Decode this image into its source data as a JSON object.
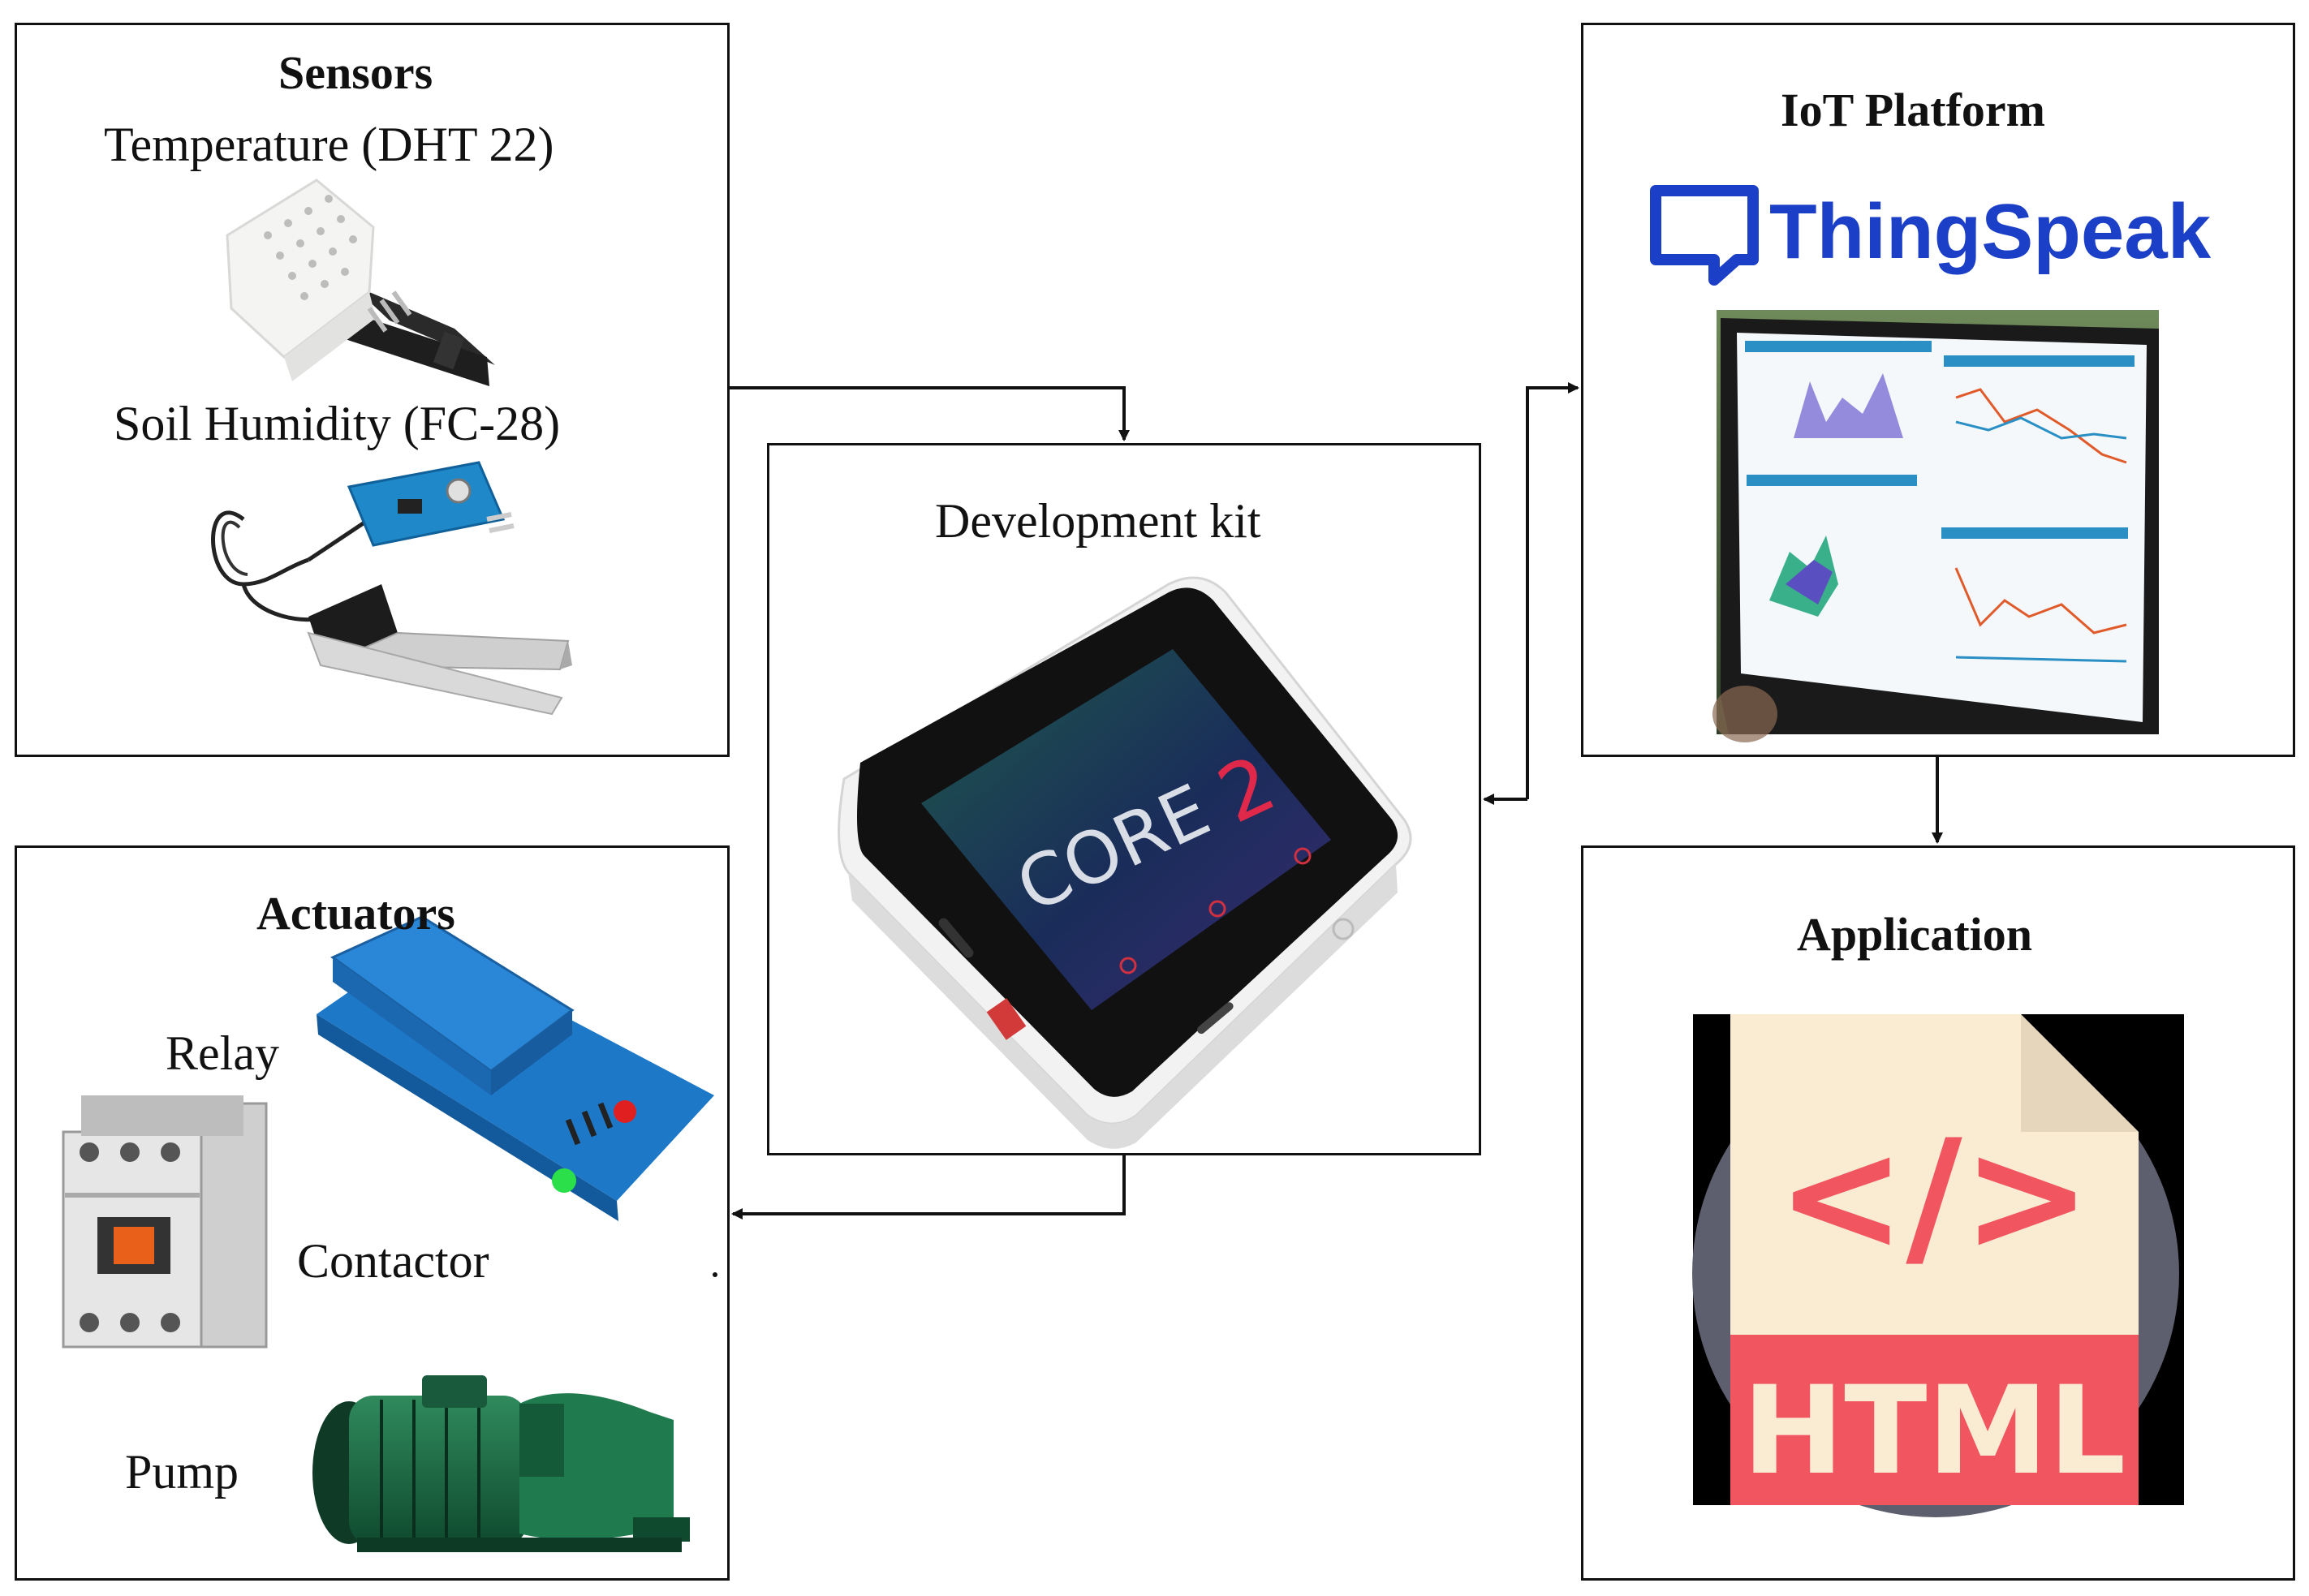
{
  "sensors": {
    "title": "Sensors",
    "items": [
      {
        "label": "Temperature (DHT 22)"
      },
      {
        "label": "Soil Humidity (FC-28)"
      }
    ]
  },
  "devkit": {
    "title": "Development kit",
    "device_screen_text": "CORE",
    "device_screen_num": "2"
  },
  "iot": {
    "title": "IoT Platform",
    "logo_text": "ThingSpeak"
  },
  "application": {
    "title": "Application",
    "icon_text": "HTML",
    "icon_code": "</>"
  },
  "actuators": {
    "title": "Actuators",
    "items": [
      {
        "label": "Relay"
      },
      {
        "label": "Contactor"
      },
      {
        "label": "Pump"
      }
    ]
  },
  "colors": {
    "thingspeak_blue": "#1b3fc7",
    "html_red": "#f05560",
    "html_paper": "#faebd3",
    "relay_blue": "#2a7fd0",
    "pump_green": "#1d6b45"
  }
}
